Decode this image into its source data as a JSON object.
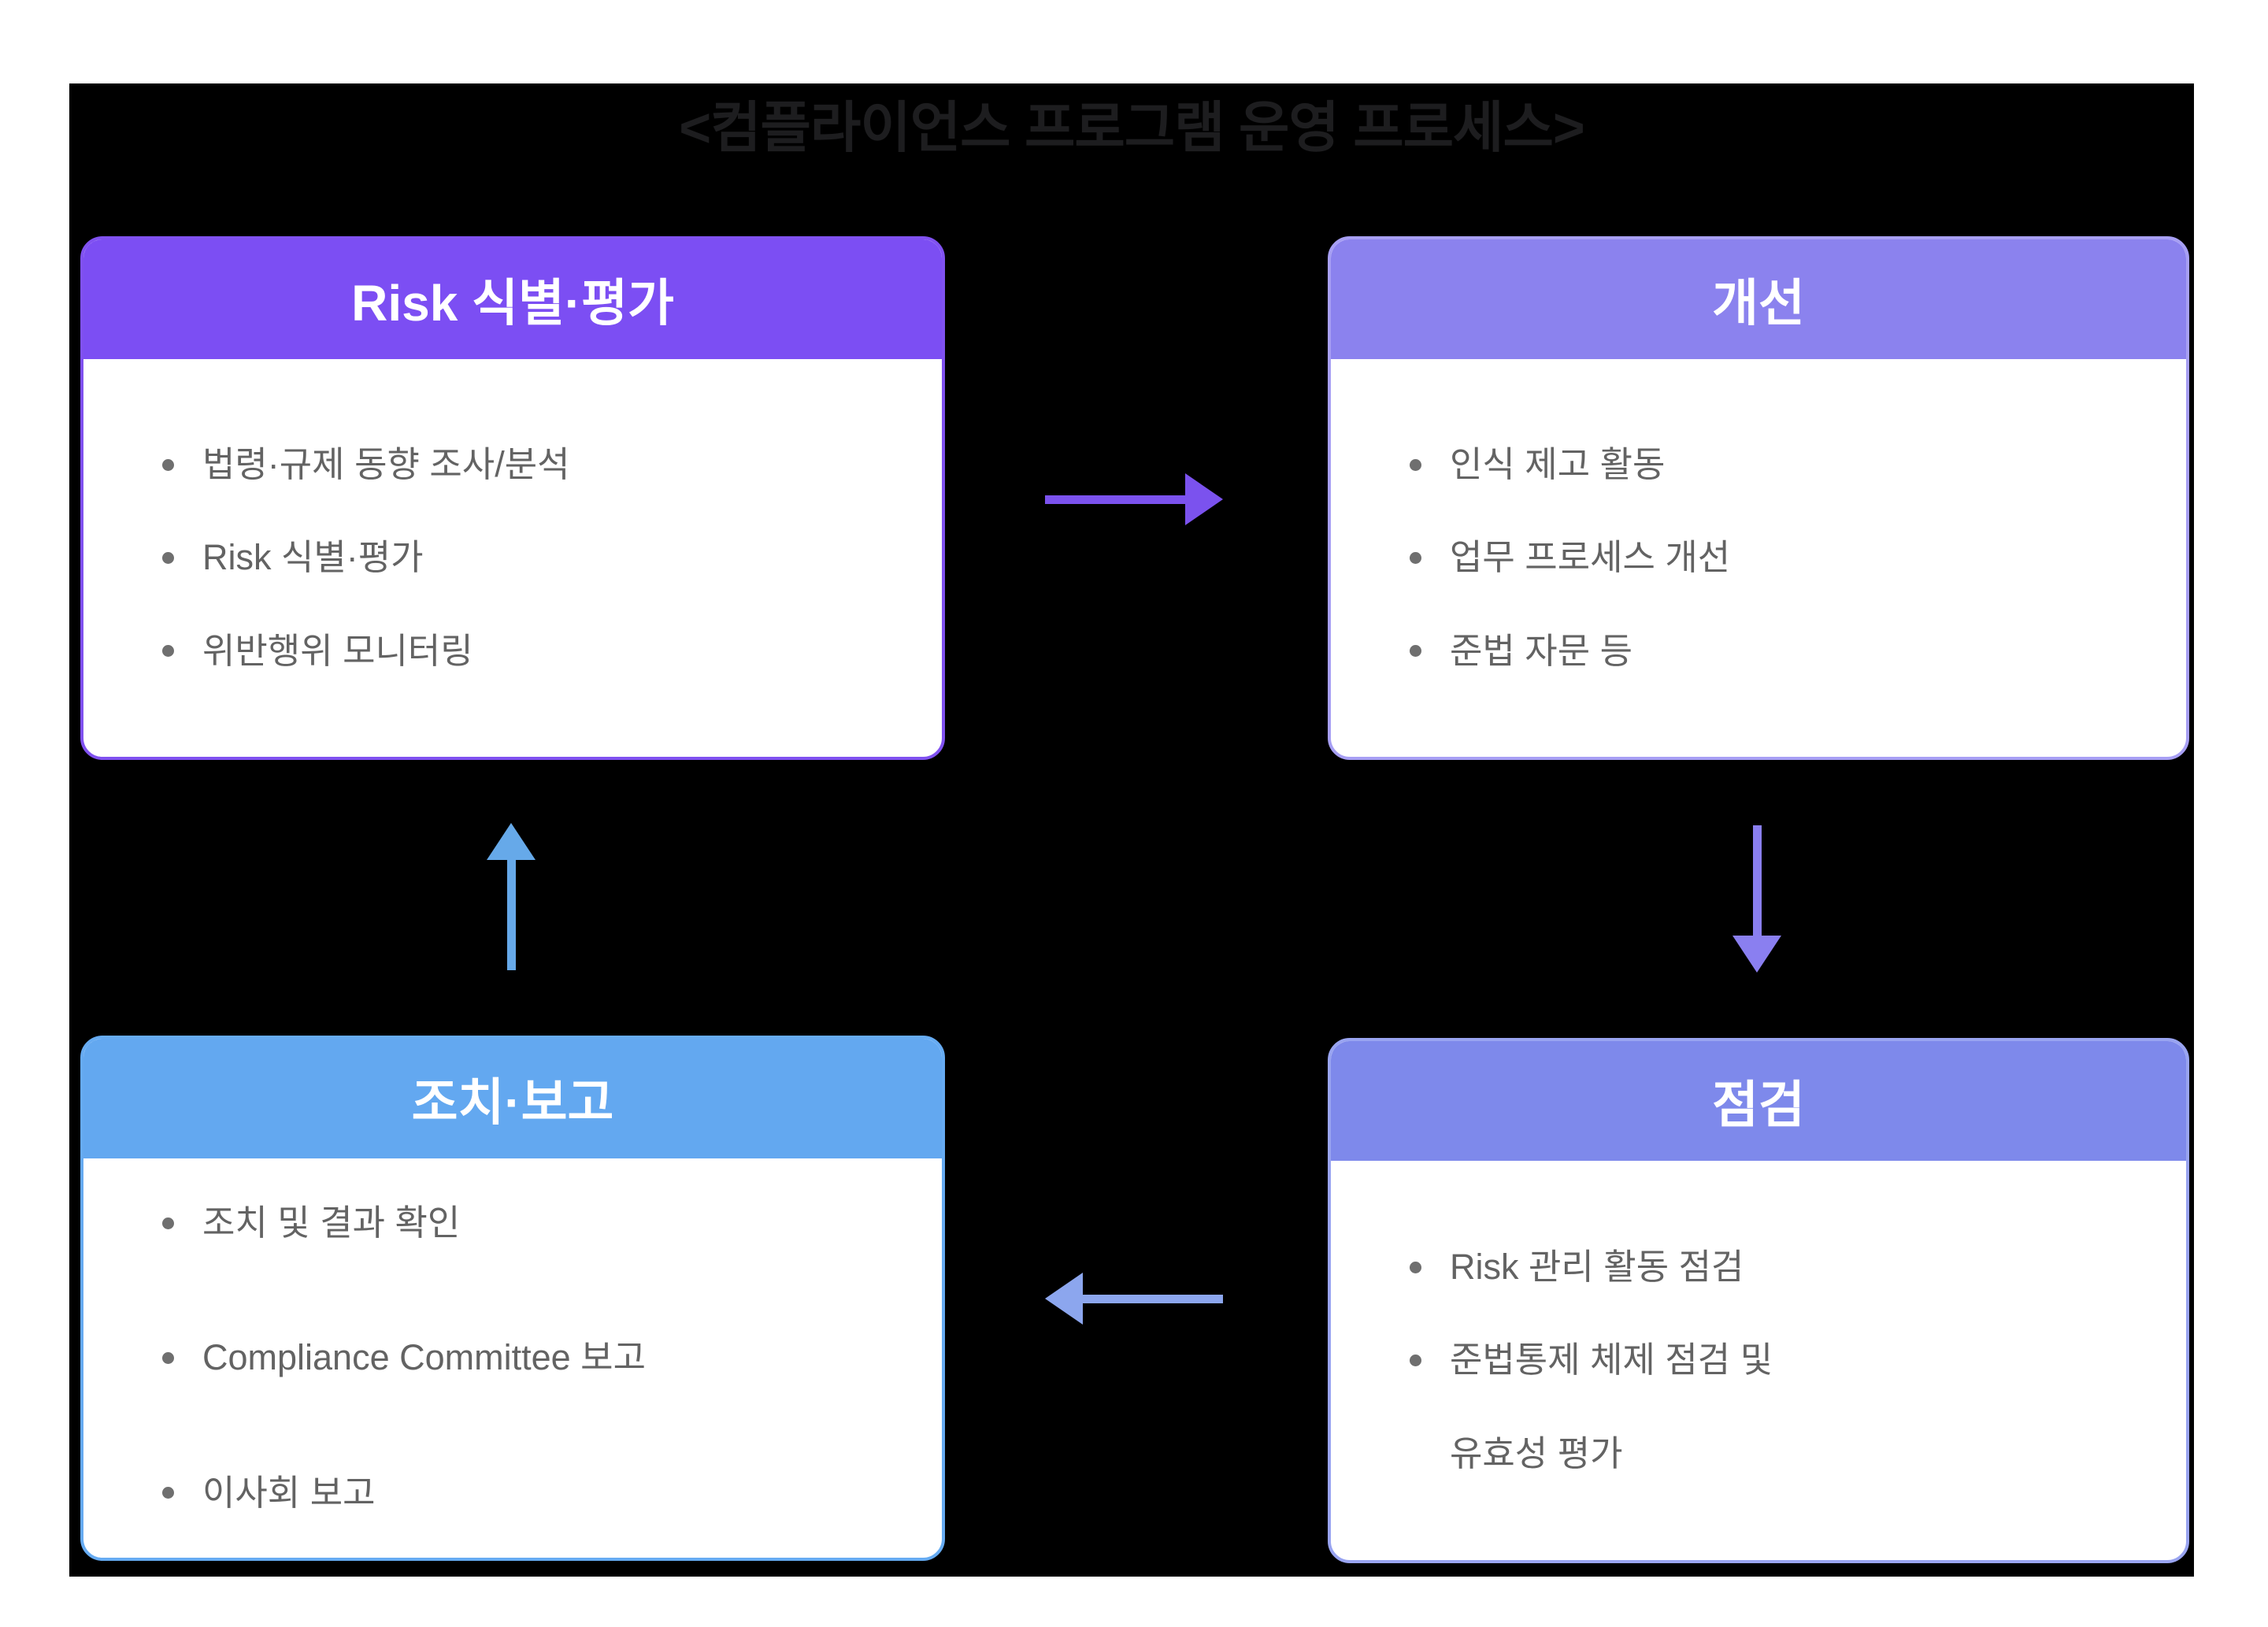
{
  "title": "<컴플라이언스 프로그램 운영 프로세스>",
  "colors": {
    "page_background": "#ffffff",
    "panel_background": "#000000",
    "title_text": "#1d1d1f",
    "body_text": "#636363",
    "bullet": "#6f6f6f",
    "header_text": "#ffffff"
  },
  "boxes": [
    {
      "id": "risk-assessment",
      "title": "Risk 식별·평가",
      "header_color": "#7c4ef3",
      "border_color": "#8051f0",
      "items": [
        "법령·규제 동향 조사/분석",
        "Risk 식별·평가",
        "위반행위 모니터링"
      ]
    },
    {
      "id": "improvement",
      "title": "개선",
      "header_color": "#8b82ee",
      "border_color": "#a79ff4",
      "items": [
        "인식 제고 활동",
        "업무 프로세스 개선",
        "준법 자문 등"
      ]
    },
    {
      "id": "inspection",
      "title": "점검",
      "header_color": "#7e89eb",
      "border_color": "#99a4f1",
      "items": [
        "Risk 관리 활동 점검",
        "준법통제 체제 점검 및",
        "유효성 평가"
      ]
    },
    {
      "id": "action-report",
      "title": "조치·보고",
      "header_color": "#63a8f0",
      "border_color": "#66abf2",
      "items": [
        "조치 및 결과 확인",
        "Compliance Committee 보고",
        "이사회 보고"
      ]
    }
  ],
  "arrows": [
    {
      "from": "risk-assessment",
      "to": "improvement",
      "direction": "right",
      "color": "#7b52ee"
    },
    {
      "from": "improvement",
      "to": "inspection",
      "direction": "down",
      "color": "#8a7ff0"
    },
    {
      "from": "inspection",
      "to": "action-report",
      "direction": "left",
      "color": "#8ca6ee"
    },
    {
      "from": "action-report",
      "to": "risk-assessment",
      "direction": "up",
      "color": "#66a9e9"
    }
  ]
}
